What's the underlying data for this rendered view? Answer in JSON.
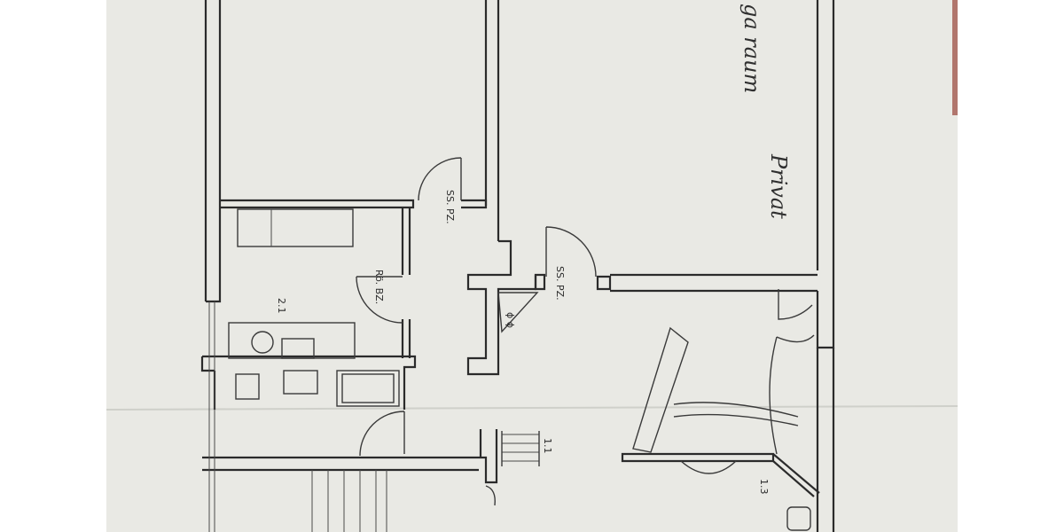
{
  "colors": {
    "paper": "#e9e9e4",
    "paper_shade": "#dedfd9",
    "ink": "#2b2b2b",
    "margin": "#ffffff",
    "edge_accent": "#8c2a1e"
  },
  "plan": {
    "room_labels": {
      "bathroom_number": "2.1",
      "hall_number": "1.1",
      "corner_number": "1.3",
      "door_label_a": "SS. PZ.",
      "door_label_b": "SS. PZ.",
      "door_label_c": "Rö. BZ.",
      "handwritten_top": "ga raum",
      "handwritten_side": "Privat"
    }
  }
}
